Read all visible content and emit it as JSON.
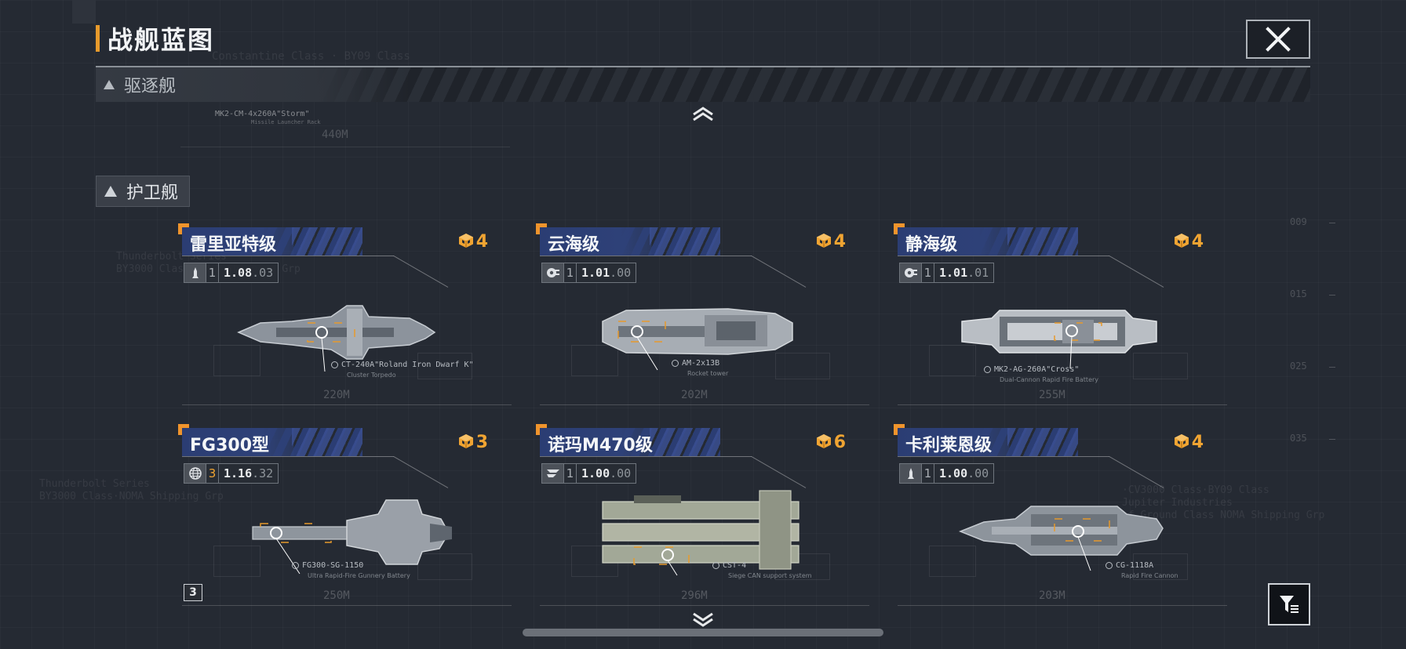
{
  "header": {
    "title": "战舰蓝图"
  },
  "destroyer_section": {
    "label": "驱逐舰"
  },
  "escort_section": {
    "label": "护卫舰"
  },
  "ghost": {
    "line1": "Constantine Class · BY09 Class",
    "weapon_top": "MK2-CM-4x260A\"Storm\"",
    "weapon_top_sub": "Missile Launcher Rack",
    "len_top": "440M",
    "side_left_1": "Thunderbolt Series",
    "side_left_2": "BY3000 Class·NOMA Shipping Grp",
    "side_right_1": "·CV3000 Class·BY09 Class",
    "side_right_2": "Jupiter Industries",
    "side_right_3": "of Ground Class NOMA Shipping Grp"
  },
  "side_scale": [
    "009",
    "015",
    "025",
    "035"
  ],
  "ships": [
    {
      "name": "雷里亚特级",
      "rating": "4",
      "level": "1",
      "version_main": "1.08",
      "version_sub": ".03",
      "stat_icon": "rocket-icon",
      "weapon": "CT-240A\"Roland Iron Dwarf K\"",
      "weapon_sub": "Cluster Torpedo",
      "length": "220M",
      "highlight_level": false
    },
    {
      "name": "云海级",
      "rating": "4",
      "level": "1",
      "version_main": "1.01",
      "version_sub": ".00",
      "stat_icon": "cannon-icon",
      "weapon": "AM-2x13B",
      "weapon_sub": "Rocket tower",
      "length": "202M",
      "highlight_level": false
    },
    {
      "name": "静海级",
      "rating": "4",
      "level": "1",
      "version_main": "1.01",
      "version_sub": ".01",
      "stat_icon": "cannon-icon",
      "weapon": "MK2-AG-260A\"Cross\"",
      "weapon_sub": "Dual-Cannon Rapid Fire Battery",
      "length": "255M",
      "highlight_level": false
    },
    {
      "name": "FG300型",
      "rating": "3",
      "level": "3",
      "version_main": "1.16",
      "version_sub": ".32",
      "stat_icon": "globe-icon",
      "weapon": "FG300-SG-1150",
      "weapon_sub": "Ultra Rapid-Fire Gunnery Battery",
      "length": "250M",
      "highlight_level": true
    },
    {
      "name": "诺玛M470级",
      "rating": "6",
      "level": "1",
      "version_main": "1.00",
      "version_sub": ".00",
      "stat_icon": "shipping-icon",
      "weapon": "CST-4",
      "weapon_sub": "Siege CAN support system",
      "length": "296M",
      "highlight_level": false
    },
    {
      "name": "卡利莱恩级",
      "rating": "4",
      "level": "1",
      "version_main": "1.00",
      "version_sub": ".00",
      "stat_icon": "rocket-icon",
      "weapon": "CG-1118A",
      "weapon_sub": "Rapid Fire Cannon",
      "length": "203M",
      "highlight_level": false
    }
  ],
  "count_badge": "3",
  "colors": {
    "accent": "#f0942c",
    "title_bar": "#2e4178",
    "rating": "#f0a432",
    "bg": "#252a33"
  }
}
